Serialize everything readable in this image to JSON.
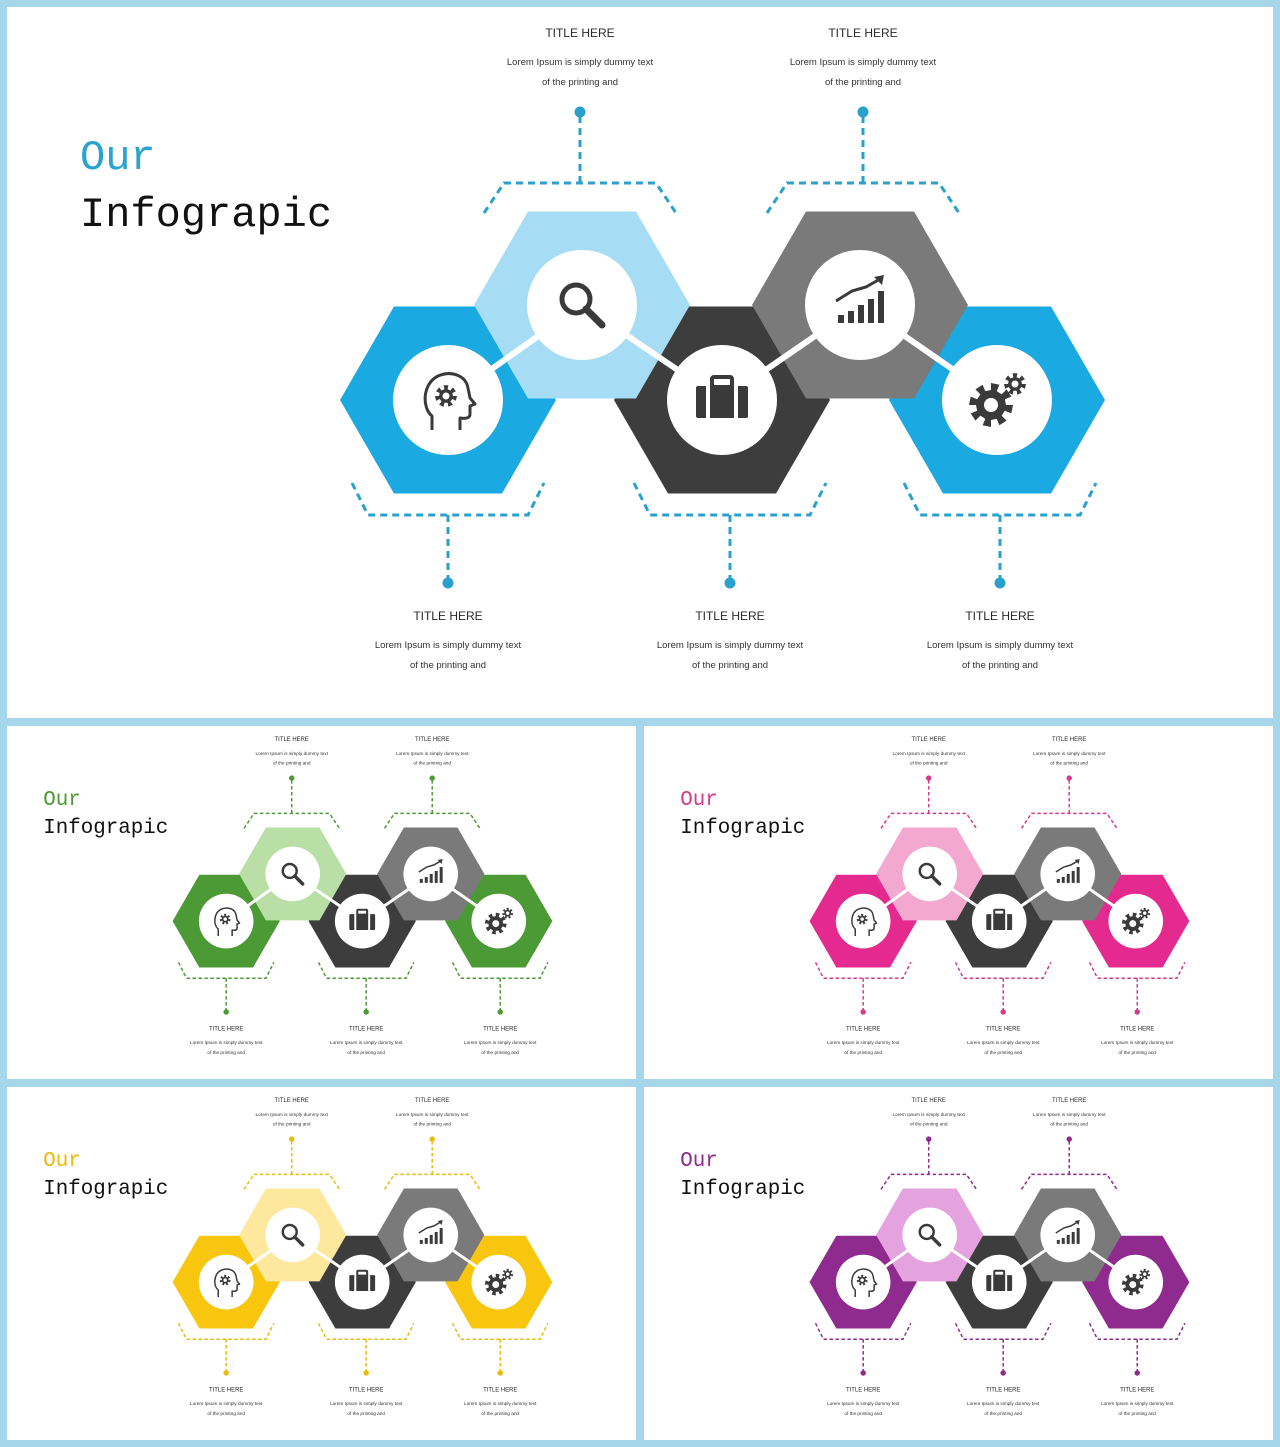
{
  "heading": {
    "line1": "Our",
    "line2": "Infograpic"
  },
  "captions": {
    "top": [
      {
        "title": "TITLE HERE",
        "line1": "Lorem Ipsum is simply dummy text",
        "line2": "of the printing and"
      },
      {
        "title": "TITLE HERE",
        "line1": "Lorem Ipsum is simply dummy text",
        "line2": "of the printing and"
      }
    ],
    "bottom": [
      {
        "title": "TITLE HERE",
        "line1": "Lorem Ipsum is simply dummy text",
        "line2": "of the printing and"
      },
      {
        "title": "TITLE HERE",
        "line1": "Lorem Ipsum is simply dummy text",
        "line2": "of the printing and"
      },
      {
        "title": "TITLE HERE",
        "line1": "Lorem Ipsum is simply dummy text",
        "line2": "of the printing and"
      }
    ]
  },
  "hexagons": [
    {
      "icon": "head-gear-icon",
      "tone": "accent"
    },
    {
      "icon": "search-icon",
      "tone": "light"
    },
    {
      "icon": "briefcase-icon",
      "tone": "dark"
    },
    {
      "icon": "bar-chart-icon",
      "tone": "gray"
    },
    {
      "icon": "gears-icon",
      "tone": "accent"
    }
  ],
  "themes": [
    {
      "id": "blue",
      "accent": "#1ba9e1",
      "light": "#a6dcf4",
      "line": "#2aa0cc",
      "dot": "#2aa0cc",
      "our": "#29a3cf"
    },
    {
      "id": "green",
      "accent": "#4c9a35",
      "light": "#b9dfa6",
      "line": "#4c9a35",
      "dot": "#4c9a35",
      "our": "#4c9a35"
    },
    {
      "id": "pink",
      "accent": "#e52a8f",
      "light": "#f3a8d0",
      "line": "#d63a8a",
      "dot": "#d63a8a",
      "our": "#d63a8a"
    },
    {
      "id": "yellow",
      "accent": "#f8c60e",
      "light": "#fde89e",
      "line": "#e9bb0c",
      "dot": "#e9bb0c",
      "our": "#e9bb0c"
    },
    {
      "id": "purple",
      "accent": "#8f2a8f",
      "light": "#e4a2de",
      "line": "#8f2a8f",
      "dot": "#8f2a8f",
      "our": "#8f2a8f"
    }
  ],
  "neutral": {
    "dark": "#3d3d3d",
    "gray": "#7a7a7a",
    "icon": "#3a3a3a",
    "circle": "#ffffff"
  }
}
